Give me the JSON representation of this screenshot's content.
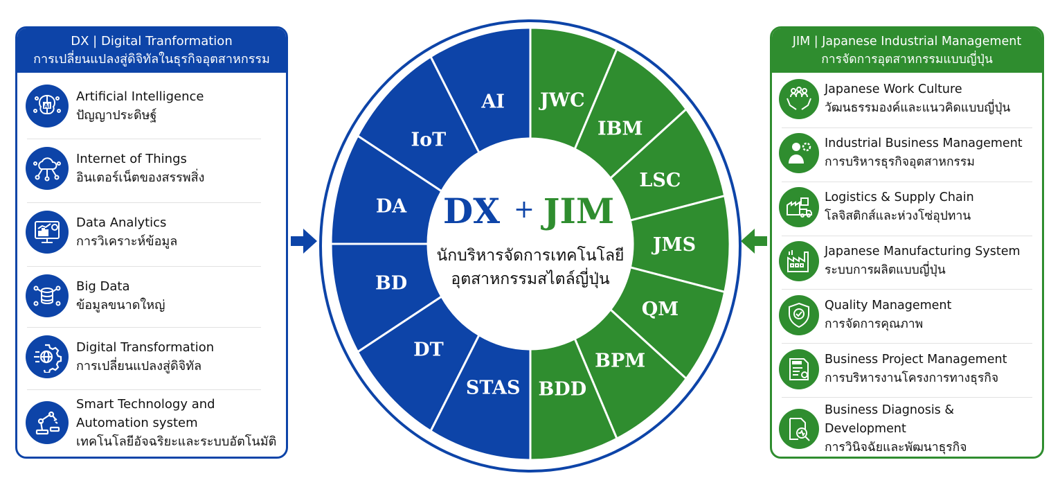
{
  "colors": {
    "dx_blue": "#0d44a8",
    "jim_green": "#2f8d2f"
  },
  "left_panel": {
    "title_en": "DX | Digital Tranformation",
    "title_th": "การเปลี่ยนแปลงสู่ดิจิทัลในธุรกิจอุตสาหกรรม",
    "items": [
      {
        "icon": "ai-brain-icon",
        "line1": "Artificial Intelligence",
        "line2": "ปัญญาประดิษฐ์"
      },
      {
        "icon": "iot-cloud-network-icon",
        "line1": "Internet of Things",
        "line2": "อินเตอร์เน็ตของสรรพสิ่ง"
      },
      {
        "icon": "analytics-monitor-icon",
        "line1": "Data Analytics",
        "line2": "การวิเคราะห์ข้อมูล"
      },
      {
        "icon": "big-data-database-icon",
        "line1": "Big Data",
        "line2": "ข้อมูลขนาดใหญ่"
      },
      {
        "icon": "digital-gear-globe-icon",
        "line1": "Digital Transformation",
        "line2": "การเปลี่ยนแปลงสู่ดิจิทัล"
      },
      {
        "icon": "robot-arm-icon",
        "line1": "Smart Technology and",
        "line2": "Automation system",
        "line3": "เทคโนโลยีอัจฉริยะและระบบอัตโนมัติ"
      }
    ]
  },
  "right_panel": {
    "title_en": "JIM | Japanese Industrial Management",
    "title_th": "การจัดการอุตสาหกรรมแบบญี่ปุ่น",
    "items": [
      {
        "icon": "team-hands-icon",
        "line1": "Japanese Work Culture",
        "line2": "วัฒนธรรมองค์และแนวคิดแบบญี่ปุ่น"
      },
      {
        "icon": "businessman-gear-icon",
        "line1": "Industrial Business Management",
        "line2": "การบริหารธุรกิจอุตสาหกรรม"
      },
      {
        "icon": "logistics-truck-icon",
        "line1": "Logistics & Supply Chain",
        "line2": "โลจิสติกส์และห่วงโซ่อุปทาน"
      },
      {
        "icon": "factory-icon",
        "line1": "Japanese Manufacturing System",
        "line2": "ระบบการผลิตแบบญี่ปุ่น"
      },
      {
        "icon": "quality-shield-icon",
        "line1": "Quality Management",
        "line2": "การจัดการคุณภาพ"
      },
      {
        "icon": "project-document-icon",
        "line1": "Business Project Management",
        "line2": "การบริหารงานโครงการทางธุรกิจ"
      },
      {
        "icon": "diagnosis-magnifier-icon",
        "line1": "Business Diagnosis &",
        "line2": "Development",
        "line3": "การวินิจฉัยและพัฒนาธุรกิจ"
      }
    ]
  },
  "wheel": {
    "dx_segments": [
      "AI",
      "IoT",
      "DA",
      "BD",
      "DT",
      "STAS"
    ],
    "jim_segments": [
      "JWC",
      "IBM",
      "LSC",
      "JMS",
      "QM",
      "BPM",
      "BDD"
    ],
    "center": {
      "dx": "DX",
      "plus": "+",
      "jim": "JIM",
      "line1": "นักบริหารจัดการเทคโนโลยี",
      "line2": "อุตสาหกรรมสไตล์ญี่ปุ่น"
    }
  }
}
